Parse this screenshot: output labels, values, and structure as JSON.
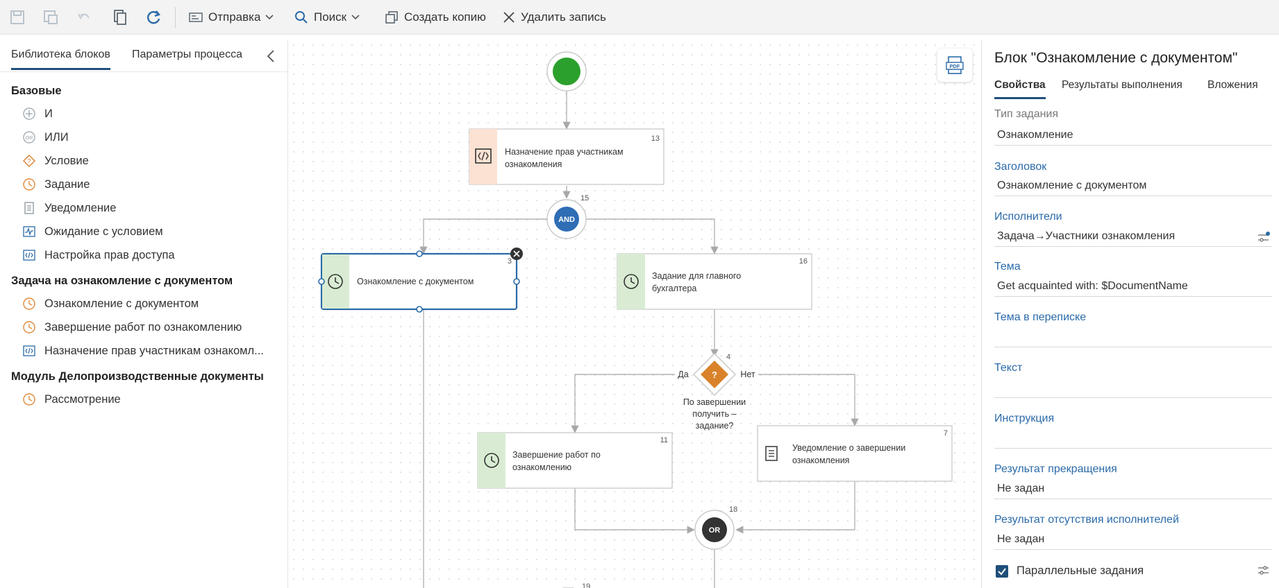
{
  "toolbar": {
    "send_label": "Отправка",
    "search_label": "Поиск",
    "copy_label": "Создать копию",
    "delete_label": "Удалить запись"
  },
  "left_panel": {
    "tabs": [
      "Библиотека блоков",
      "Параметры процесса"
    ],
    "groups": [
      {
        "title": "Базовые",
        "items": [
          {
            "label": "И",
            "icon": "and-icon"
          },
          {
            "label": "ИЛИ",
            "icon": "or-icon"
          },
          {
            "label": "Условие",
            "icon": "condition-icon"
          },
          {
            "label": "Задание",
            "icon": "task-clock-icon"
          },
          {
            "label": "Уведомление",
            "icon": "notice-icon"
          },
          {
            "label": "Ожидание с условием",
            "icon": "wait-icon"
          },
          {
            "label": "Настройка прав доступа",
            "icon": "code-icon"
          }
        ]
      },
      {
        "title": "Задача на ознакомление с документом",
        "items": [
          {
            "label": "Ознакомление с документом",
            "icon": "task-clock-icon"
          },
          {
            "label": "Завершение работ по ознакомлению",
            "icon": "task-clock-icon"
          },
          {
            "label": "Назначение прав участникам ознакомл...",
            "icon": "code-icon"
          }
        ]
      },
      {
        "title": "Модуль Делопроизводственные документы",
        "items": [
          {
            "label": "Рассмотрение",
            "icon": "task-clock-icon"
          }
        ]
      }
    ]
  },
  "diagram": {
    "node_13": {
      "num": "13",
      "line1": "Назначение прав участникам",
      "line2": "ознакомления"
    },
    "node_15": {
      "num": "15",
      "label": "AND"
    },
    "node_3": {
      "num": "3",
      "line1": "Ознакомление с документом"
    },
    "node_16": {
      "num": "16",
      "line1": "Задание для главного",
      "line2": "бухгалтера"
    },
    "node_4": {
      "num": "4",
      "yes": "Да",
      "no": "Нет",
      "line1": "По завершении",
      "line2": "получить –",
      "line3": "задание?"
    },
    "node_11": {
      "num": "11",
      "line1": "Завершение работ по",
      "line2": "ознакомлению"
    },
    "node_7": {
      "num": "7",
      "line1": "Уведомление о завершении",
      "line2": "ознакомления"
    },
    "node_18": {
      "num": "18",
      "label": "OR"
    },
    "node_19": {
      "num": "19"
    }
  },
  "right_panel": {
    "title": "Блок \"Ознакомление с документом\"",
    "tabs": [
      "Свойства",
      "Результаты выполнения",
      "Вложения"
    ],
    "task_type": {
      "label": "Тип задания",
      "value": "Ознакомление"
    },
    "heading": {
      "label": "Заголовок",
      "value": "Ознакомление с документом"
    },
    "performers": {
      "label": "Исполнители",
      "value": "Задача→Участники ознакомления"
    },
    "subject": {
      "label": "Тема",
      "value": "Get acquainted with: $DocumentName"
    },
    "subject_mail": {
      "label": "Тема в переписке"
    },
    "text": {
      "label": "Текст"
    },
    "instruction": {
      "label": "Инструкция"
    },
    "stop_result": {
      "label": "Результат прекращения",
      "value": "Не задан"
    },
    "no_performer_result": {
      "label": "Результат отсутствия исполнителей",
      "value": "Не задан"
    },
    "parallel": {
      "label": "Параллельные задания",
      "checked": true
    }
  },
  "colors": {
    "accent": "#1f4f7a",
    "green_start": "#2ca02c",
    "and_blue": "#2f6db5",
    "condition_orange": "#d9822b",
    "task_green": "#d9ecd3"
  }
}
